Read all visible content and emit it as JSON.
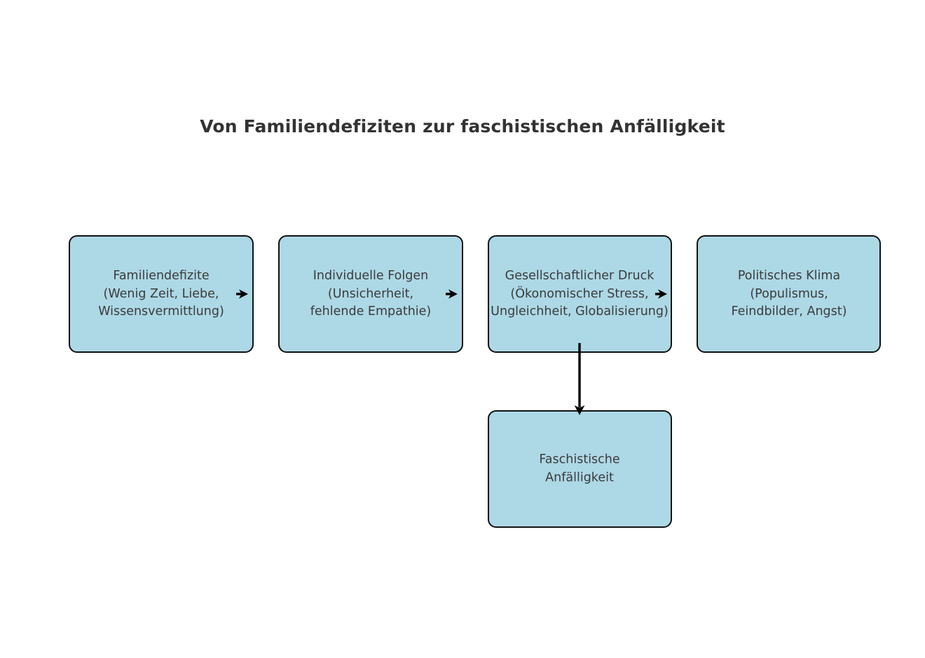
{
  "title": "Von Familiendefiziten zur faschistischen Anfälligkeit",
  "colors": {
    "node_fill": "#add8e6",
    "node_border": "#111111",
    "node_text": "#3b3b3b",
    "title_text": "#333333",
    "arrow": "#000000",
    "background": "#ffffff"
  },
  "diagram": {
    "type": "flowchart",
    "orientation": "left-to-right with one downward branch",
    "nodes": [
      {
        "id": "familiendefizite",
        "lines": [
          "Familiendefizite",
          "(Wenig Zeit, Liebe,",
          "Wissensvermittlung)"
        ],
        "shape": "rounded-rectangle"
      },
      {
        "id": "individuelle-folgen",
        "lines": [
          "Individuelle Folgen",
          "(Unsicherheit,",
          "fehlende Empathie)"
        ],
        "shape": "rounded-rectangle"
      },
      {
        "id": "gesellschaftlicher-druck",
        "lines": [
          "Gesellschaftlicher Druck",
          "(Ökonomischer Stress,",
          "Ungleichheit, Globalisierung)"
        ],
        "shape": "rounded-rectangle"
      },
      {
        "id": "politisches-klima",
        "lines": [
          "Politisches Klima",
          "(Populismus,",
          "Feindbilder, Angst)"
        ],
        "shape": "rounded-rectangle"
      },
      {
        "id": "faschistische-anfaelligkeit",
        "lines": [
          "Faschistische",
          "Anfälligkeit"
        ],
        "shape": "rounded-rectangle"
      }
    ],
    "edges": [
      {
        "id": "edge-0",
        "from": "familiendefizite",
        "to": "individuelle-folgen",
        "direction": "right",
        "label": ""
      },
      {
        "id": "edge-1",
        "from": "individuelle-folgen",
        "to": "gesellschaftlicher-druck",
        "direction": "right",
        "label": ""
      },
      {
        "id": "edge-2",
        "from": "gesellschaftlicher-druck",
        "to": "politisches-klima",
        "direction": "right",
        "label": ""
      },
      {
        "id": "edge-3",
        "from": "gesellschaftlicher-druck",
        "to": "faschistische-anfaelligkeit",
        "direction": "down",
        "label": ""
      }
    ]
  }
}
